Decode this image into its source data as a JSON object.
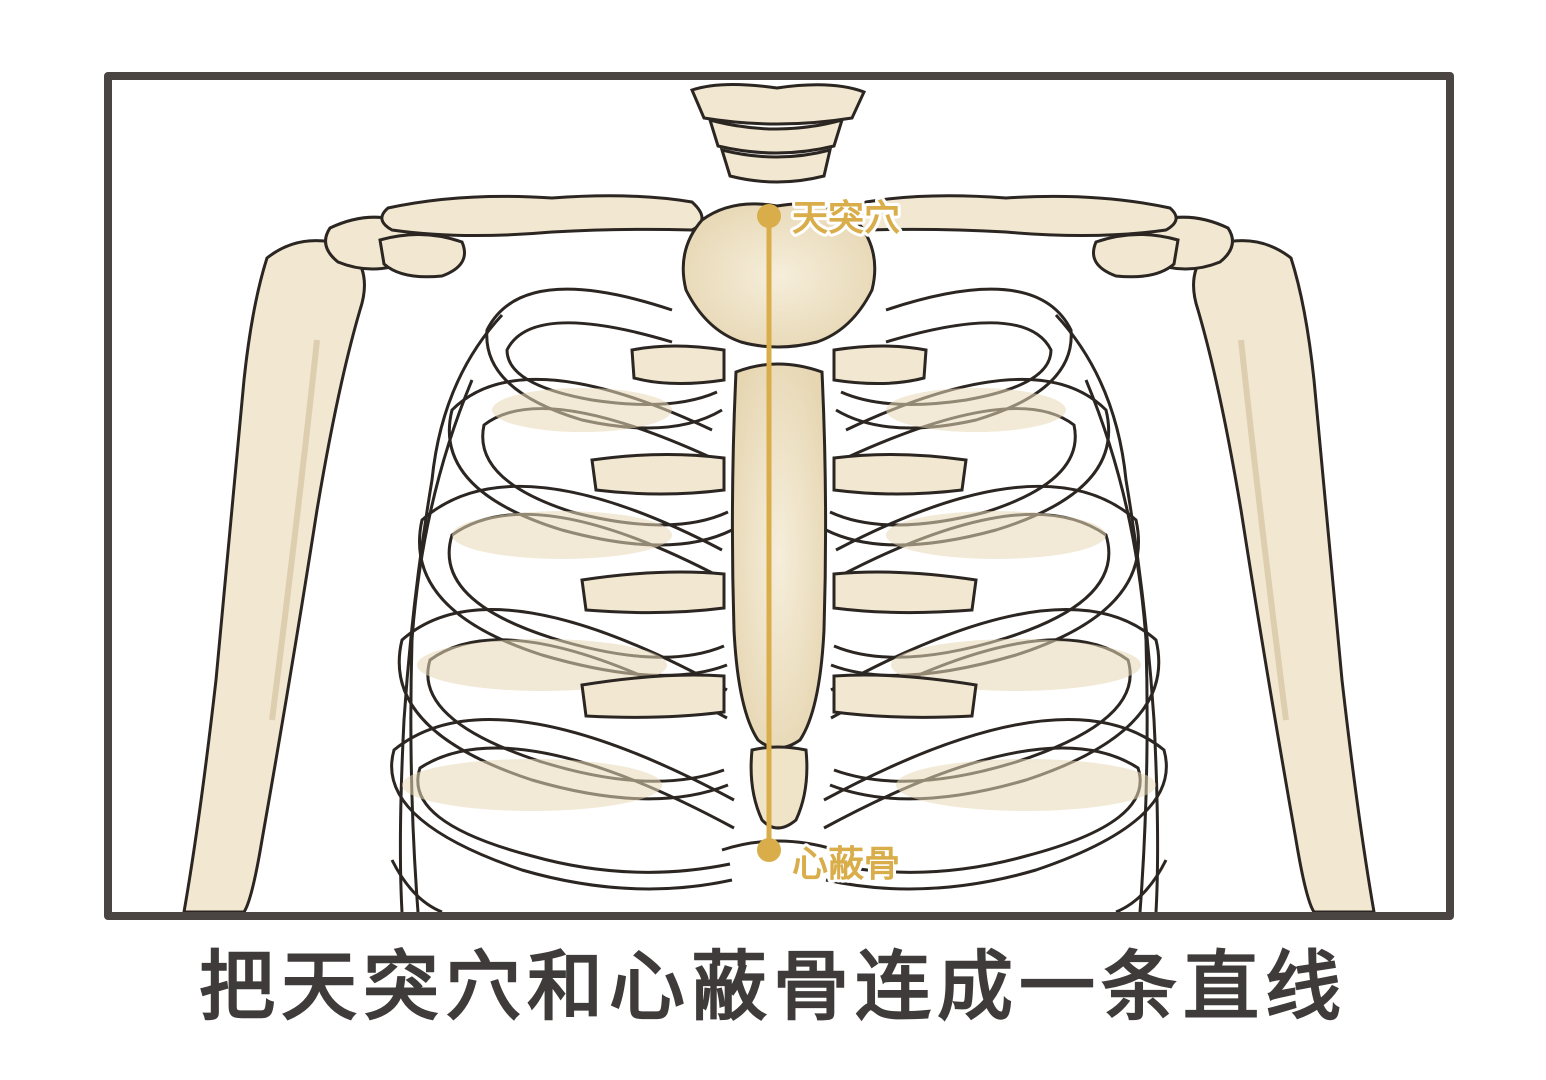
{
  "illustration": {
    "subject": "skeleton-ribcage",
    "accent_color": "#d8ad4a",
    "bone_fill": "#f2e8d2",
    "bone_shade": "#e3d3ae",
    "outline_color": "#2c2622",
    "frame_color": "#4a4442"
  },
  "points": {
    "top": {
      "label": "天突穴"
    },
    "bottom": {
      "label": "心蔽骨"
    }
  },
  "caption": "把天突穴和心蔽骨连成一条直线"
}
